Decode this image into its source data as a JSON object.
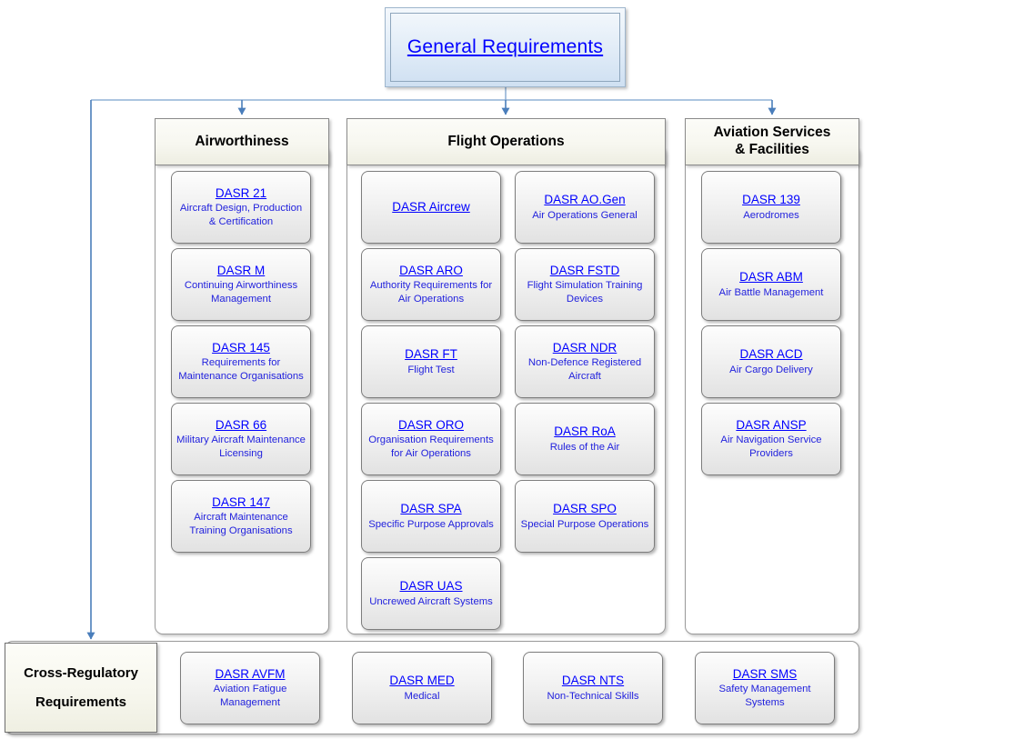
{
  "diagram": {
    "title": "General Requirements",
    "root_label": "General Requirements",
    "accent_color": "#4a7ebb",
    "link_color": "#0000ff",
    "columns": [
      {
        "id": "airworthiness",
        "header": "Airworthiness",
        "header_lines": [
          "Airworthiness"
        ],
        "cards": [
          {
            "title": "DASR 21",
            "subtitle": "Aircraft Design, Production & Certification"
          },
          {
            "title": "DASR M",
            "subtitle": "Continuing  Airworthiness Management"
          },
          {
            "title": "DASR 145",
            "subtitle": "Requirements for Maintenance Organisations"
          },
          {
            "title": "DASR 66",
            "subtitle": "Military Aircraft Maintenance Licensing"
          },
          {
            "title": "DASR 147",
            "subtitle": "Aircraft Maintenance Training Organisations"
          }
        ]
      },
      {
        "id": "flight-operations",
        "header": "Flight Operations",
        "header_lines": [
          "Flight Operations"
        ],
        "cards_left": [
          {
            "title": "DASR Aircrew",
            "subtitle": ""
          },
          {
            "title": "DASR ARO",
            "subtitle": "Authority Requirements for Air Operations"
          },
          {
            "title": "DASR FT",
            "subtitle": "Flight Test"
          },
          {
            "title": "DASR ORO",
            "subtitle": "Organisation Requirements for Air Operations"
          },
          {
            "title": "DASR SPA",
            "subtitle": "Specific Purpose Approvals"
          },
          {
            "title": "DASR UAS",
            "subtitle": "Uncrewed Aircraft Systems"
          }
        ],
        "cards_right": [
          {
            "title": "DASR AO.Gen",
            "subtitle": "Air Operations General"
          },
          {
            "title": "DASR FSTD",
            "subtitle": "Flight Simulation Training Devices"
          },
          {
            "title": "DASR NDR",
            "subtitle": "Non-Defence Registered Aircraft"
          },
          {
            "title": "DASR RoA",
            "subtitle": "Rules of the Air"
          },
          {
            "title": "DASR SPO",
            "subtitle": "Special Purpose Operations"
          }
        ]
      },
      {
        "id": "aviation-services",
        "header": "Aviation Services & Facilities",
        "header_lines": [
          "Aviation Services",
          "& Facilities"
        ],
        "cards": [
          {
            "title": "DASR 139",
            "subtitle": "Aerodromes"
          },
          {
            "title": "DASR ABM",
            "subtitle": "Air Battle Management"
          },
          {
            "title": "DASR ACD",
            "subtitle": "Air Cargo Delivery"
          },
          {
            "title": "DASR ANSP",
            "subtitle": "Air Navigation Service Providers"
          }
        ]
      }
    ],
    "bottom_band": {
      "label_lines": [
        "Cross-Regulatory",
        "Requirements"
      ],
      "label": "Cross-Regulatory Requirements",
      "cards": [
        {
          "title": "DASR AVFM",
          "subtitle": "Aviation Fatigue Management"
        },
        {
          "title": "DASR MED",
          "subtitle": "Medical"
        },
        {
          "title": "DASR NTS",
          "subtitle": "Non-Technical Skills"
        },
        {
          "title": "DASR SMS",
          "subtitle": "Safety Management Systems"
        }
      ]
    }
  }
}
